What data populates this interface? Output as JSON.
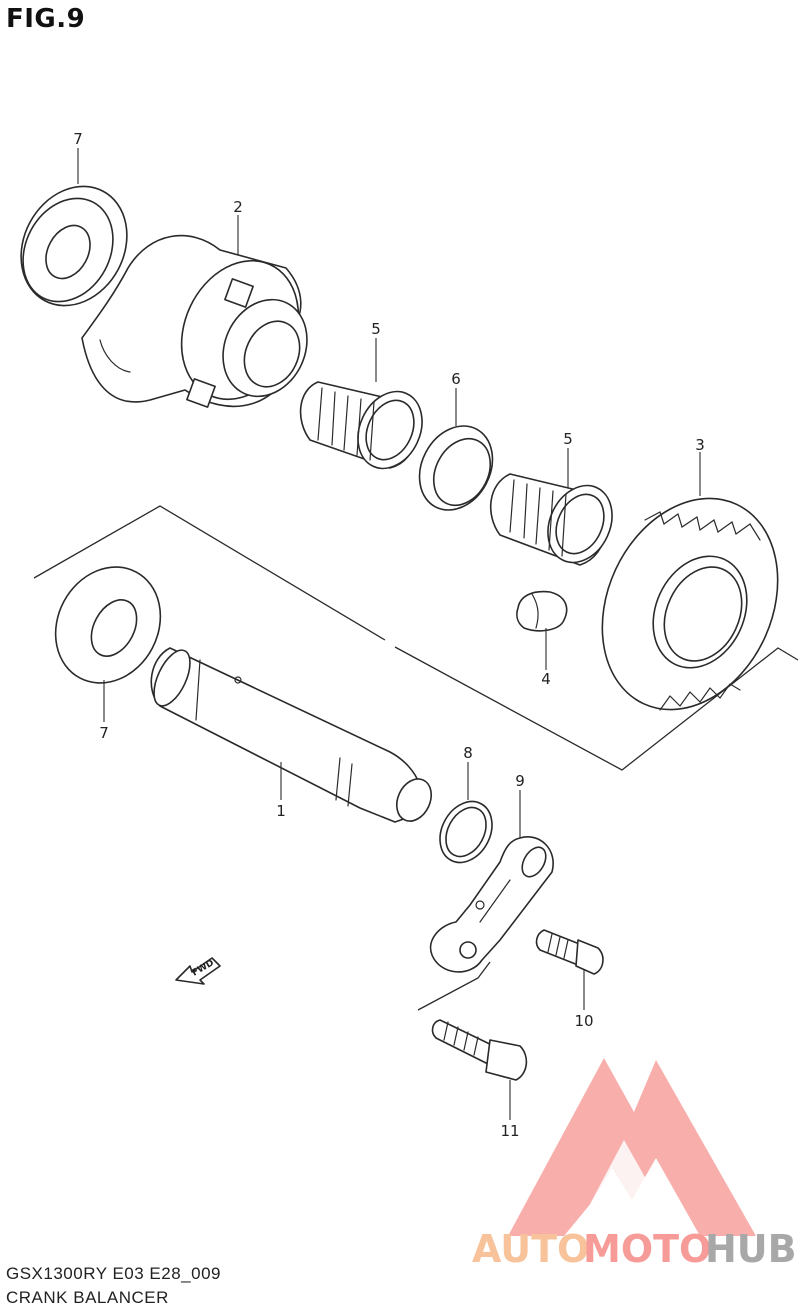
{
  "figure": {
    "title": "FIG.9"
  },
  "footer": {
    "model_code": "GSX1300RY E03 E28_009",
    "group_name": "CRANK BALANCER"
  },
  "fwd_arrow": {
    "label": "FWD"
  },
  "callouts": [
    {
      "id": "c7a",
      "label": "7"
    },
    {
      "id": "c2",
      "label": "2"
    },
    {
      "id": "c5a",
      "label": "5"
    },
    {
      "id": "c6",
      "label": "6"
    },
    {
      "id": "c5b",
      "label": "5"
    },
    {
      "id": "c3",
      "label": "3"
    },
    {
      "id": "c4",
      "label": "4"
    },
    {
      "id": "c7b",
      "label": "7"
    },
    {
      "id": "c8",
      "label": "8"
    },
    {
      "id": "c9",
      "label": "9"
    },
    {
      "id": "c1",
      "label": "1"
    },
    {
      "id": "c10",
      "label": "10"
    },
    {
      "id": "c11",
      "label": "11"
    }
  ],
  "watermark": {
    "auto": "AUTO",
    "moto": "MOTO",
    "hub": "HUB",
    "colors": {
      "primary": "#f58a86",
      "secondary": "#f7b98a",
      "hub": "#9a9a9a"
    }
  }
}
